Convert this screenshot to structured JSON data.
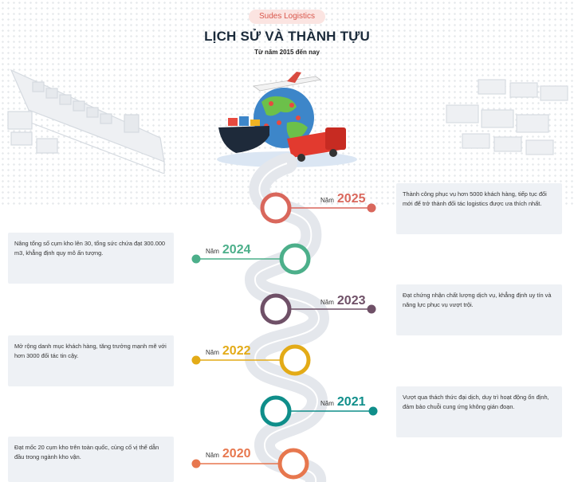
{
  "header": {
    "brand": "Sudes Logistics",
    "title": "LỊCH SỬ VÀ THÀNH TỰU",
    "subtitle": "Từ năm 2015 đến nay"
  },
  "colors": {
    "y2025": "#d9675c",
    "y2024": "#4caf8a",
    "y2023": "#6f5067",
    "y2022": "#e3ab17",
    "y2021": "#0f8e8a",
    "y2020": "#e7774e",
    "road": "#e4e7ec",
    "card": "#eef1f5"
  },
  "timeline": [
    {
      "year_label": "Năm",
      "year": "2025",
      "text": "Thành công phục vụ hơn 5000 khách hàng, tiếp tục đổi mới để trở thành đối tác logistics được ưa thích nhất."
    },
    {
      "year_label": "Năm",
      "year": "2024",
      "text": "Nâng tổng số cụm kho lên 30, tổng sức chứa đạt 300.000 m3, khẳng định quy mô ấn tượng."
    },
    {
      "year_label": "Năm",
      "year": "2023",
      "text": "Đạt chứng nhận chất lượng dịch vụ, khẳng định uy tín và năng lực phục vụ vượt trội."
    },
    {
      "year_label": "Năm",
      "year": "2022",
      "text": "Mở rộng danh mục khách hàng, tăng trưởng mạnh mẽ với hơn 3000 đối tác tin cậy."
    },
    {
      "year_label": "Năm",
      "year": "2021",
      "text": "Vượt qua thách thức đại dịch, duy trì hoạt động ổn định, đảm bảo chuỗi cung ứng không gián đoạn."
    },
    {
      "year_label": "Năm",
      "year": "2020",
      "text": "Đạt mốc 20 cụm kho trên toàn quốc, củng cố vị thế dẫn đầu trong ngành kho vận."
    }
  ]
}
